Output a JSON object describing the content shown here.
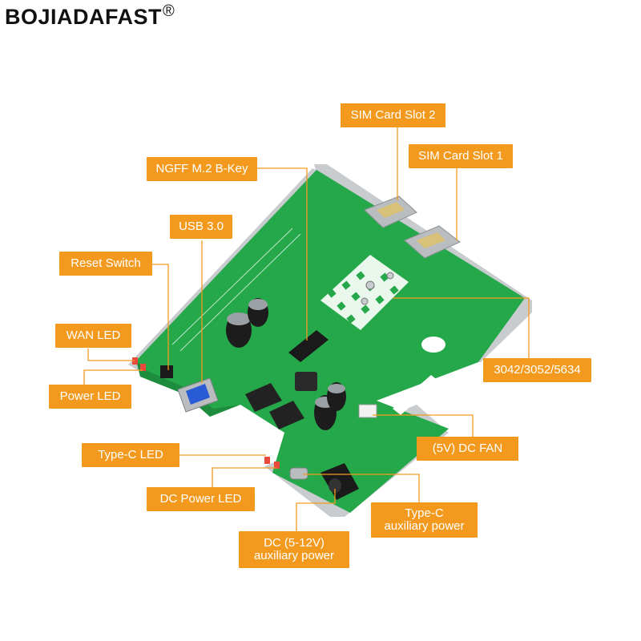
{
  "brand": {
    "name": "BOJIADAFAST",
    "mark": "®"
  },
  "callouts": {
    "sim_slot_2": "SIM Card Slot 2",
    "sim_slot_1": "SIM Card Slot 1",
    "ngff": "NGFF M.2 B-Key",
    "usb": "USB 3.0",
    "reset": "Reset Switch",
    "wan_led": "WAN LED",
    "power_led": "Power LED",
    "size": "3042/3052/5634",
    "fan": "(5V) DC FAN",
    "typec_led": "Type-C LED",
    "dc_power_led": "DC Power LED",
    "typec_aux": {
      "line1": "Type-C",
      "line2": "auxiliary power"
    },
    "dc_aux": {
      "line1": "DC (5-12V)",
      "line2": "auxiliary power"
    }
  },
  "colors": {
    "callout": "#f39a1e",
    "leader": "#f39a1e",
    "pcb": "#25a84a",
    "pcb_dark": "#1e8c3d",
    "rail": "#c9ccce"
  }
}
